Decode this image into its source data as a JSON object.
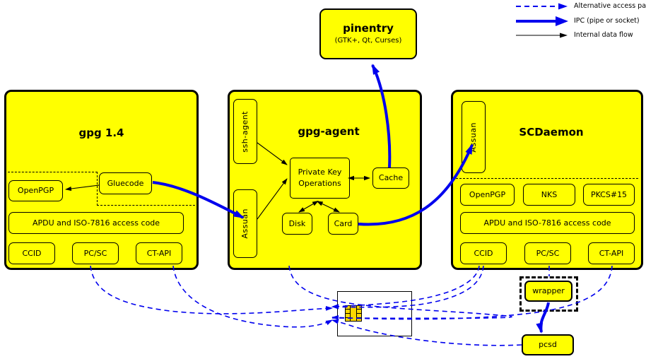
{
  "legend": {
    "items": [
      {
        "label": "Alternative access paths",
        "style": "dashed-blue",
        "color": "#0000ee"
      },
      {
        "label": "IPC (pipe or socket)",
        "style": "thick-blue",
        "color": "#0000ee"
      },
      {
        "label": "Internal data flow",
        "style": "thin-black",
        "color": "#000000"
      }
    ]
  },
  "colors": {
    "node_fill": "#ffff00",
    "node_stroke": "#000000",
    "ipc_blue": "#0000ee",
    "card_fill": "#ffffff",
    "chip_fill": "#ffd700",
    "background": "#ffffff"
  },
  "pinentry": {
    "title": "pinentry",
    "subtitle": "(GTK+, Qt, Curses)"
  },
  "panels": {
    "gpg": {
      "title": "gpg 1.4",
      "nodes": {
        "openpgp": "OpenPGP",
        "gluecode": "Gluecode",
        "apdu": "APDU and ISO-7816 access code",
        "ccid": "CCID",
        "pcsc": "PC/SC",
        "ctapi": "CT-API"
      }
    },
    "agent": {
      "title": "gpg-agent",
      "nodes": {
        "ssh_agent": "ssh-agent",
        "assuan": "Assuan",
        "pko_line1": "Private Key",
        "pko_line2": "Operations",
        "cache": "Cache",
        "disk": "Disk",
        "card": "Card"
      }
    },
    "scdaemon": {
      "title": "SCDaemon",
      "nodes": {
        "assuan": "Assuan",
        "openpgp": "OpenPGP",
        "nks": "NKS",
        "pkcs15": "PKCS#15",
        "apdu": "APDU and ISO-7816 access code",
        "ccid": "CCID",
        "pcsc": "PC/SC",
        "ctapi": "CT-API"
      }
    }
  },
  "bottom": {
    "wrapper": "wrapper",
    "pcsd": "pcsd",
    "smartcard_label": "smartcard"
  }
}
